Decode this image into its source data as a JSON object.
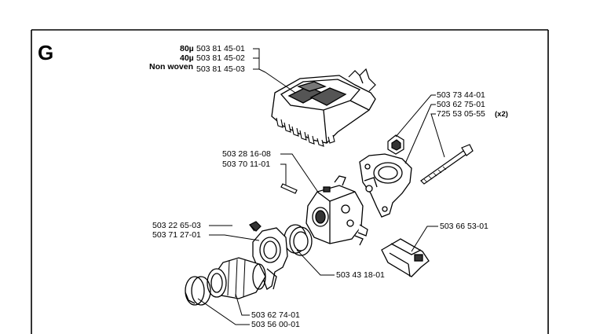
{
  "section": "G",
  "air_filter": {
    "grades": [
      "80µ",
      "40µ",
      "Non woven"
    ],
    "parts": [
      "503 81 45-01",
      "503 81 45-02",
      "503 81 45-03"
    ]
  },
  "labels": {
    "p1": "503 73 44-01",
    "p2": "503 62 75-01",
    "p3": "725 53 05-55",
    "p3_qty": "(x2)",
    "p4": "503 28 16-08",
    "p5": "503 70 11-01",
    "p6": "503 22 65-03",
    "p7": "503 71 27-01",
    "p8": "503 66 53-01",
    "p9": "503 43 18-01",
    "p10": "503 62 74-01",
    "p11": "503 56 00-01"
  }
}
